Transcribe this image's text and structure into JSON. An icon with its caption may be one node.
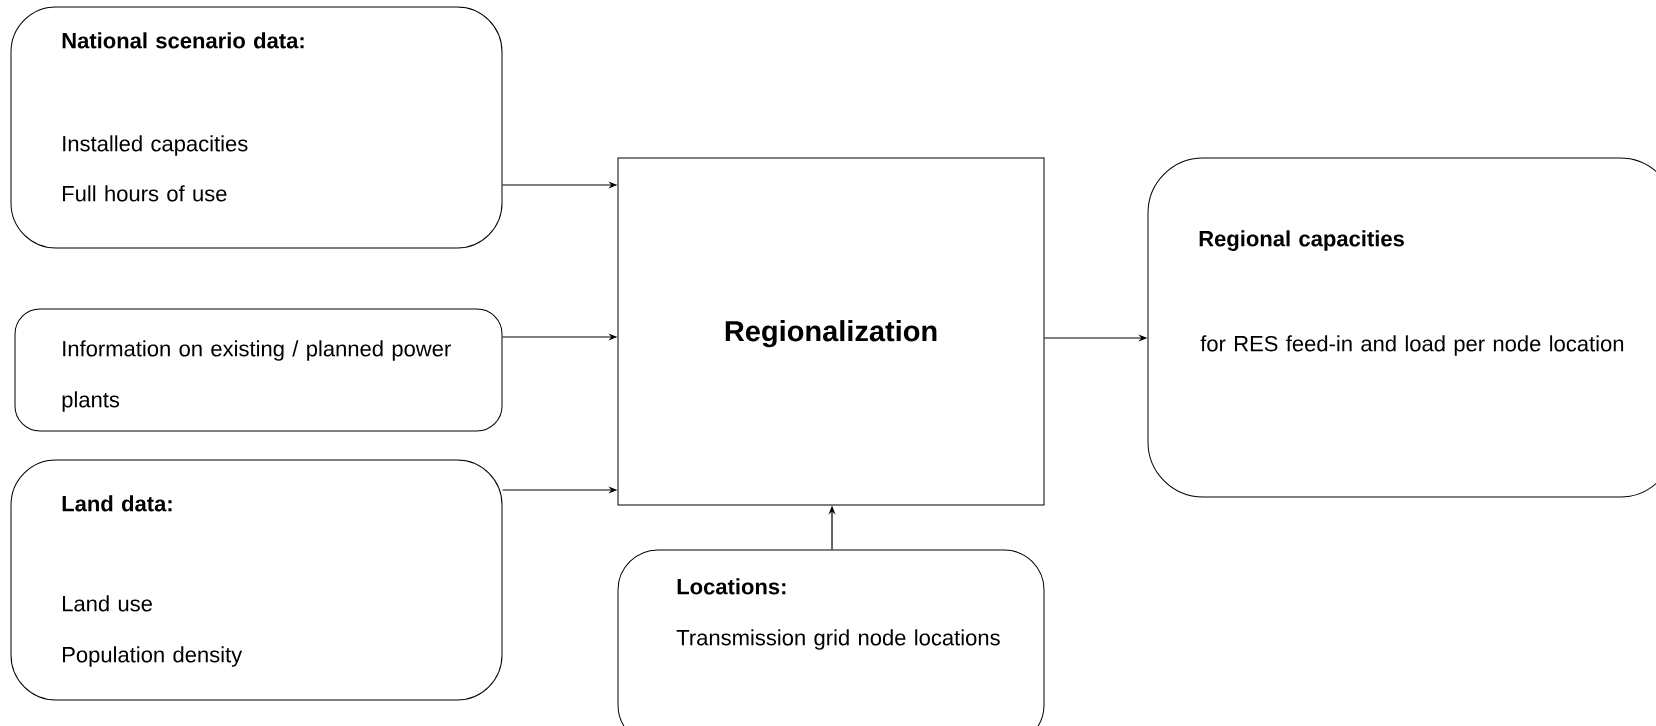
{
  "diagram": {
    "nodes": [
      {
        "text": [
          "National scenario data:",
          "Installed capacities",
          "Full hours of use"
        ]
      },
      {
        "text": [
          "Information on existing / planned power plants"
        ]
      },
      {
        "text": [
          "Land data:",
          "Land use",
          "Population density"
        ]
      },
      {
        "text": [
          "Regionalization"
        ]
      },
      {
        "text": [
          "Locations:",
          "Transmission grid node locations"
        ]
      },
      {
        "text": [
          "Regional capacities",
          "for RES feed-in and load per node location"
        ]
      }
    ],
    "edges": [
      {
        "from": 0,
        "to": 3,
        "arrow": "to"
      },
      {
        "from": 1,
        "to": 3,
        "arrow": "to"
      },
      {
        "from": 2,
        "to": 3,
        "arrow": "to"
      },
      {
        "from": 4,
        "to": 3,
        "arrow": "to"
      },
      {
        "from": 3,
        "to": 5,
        "arrow": "to"
      }
    ]
  }
}
